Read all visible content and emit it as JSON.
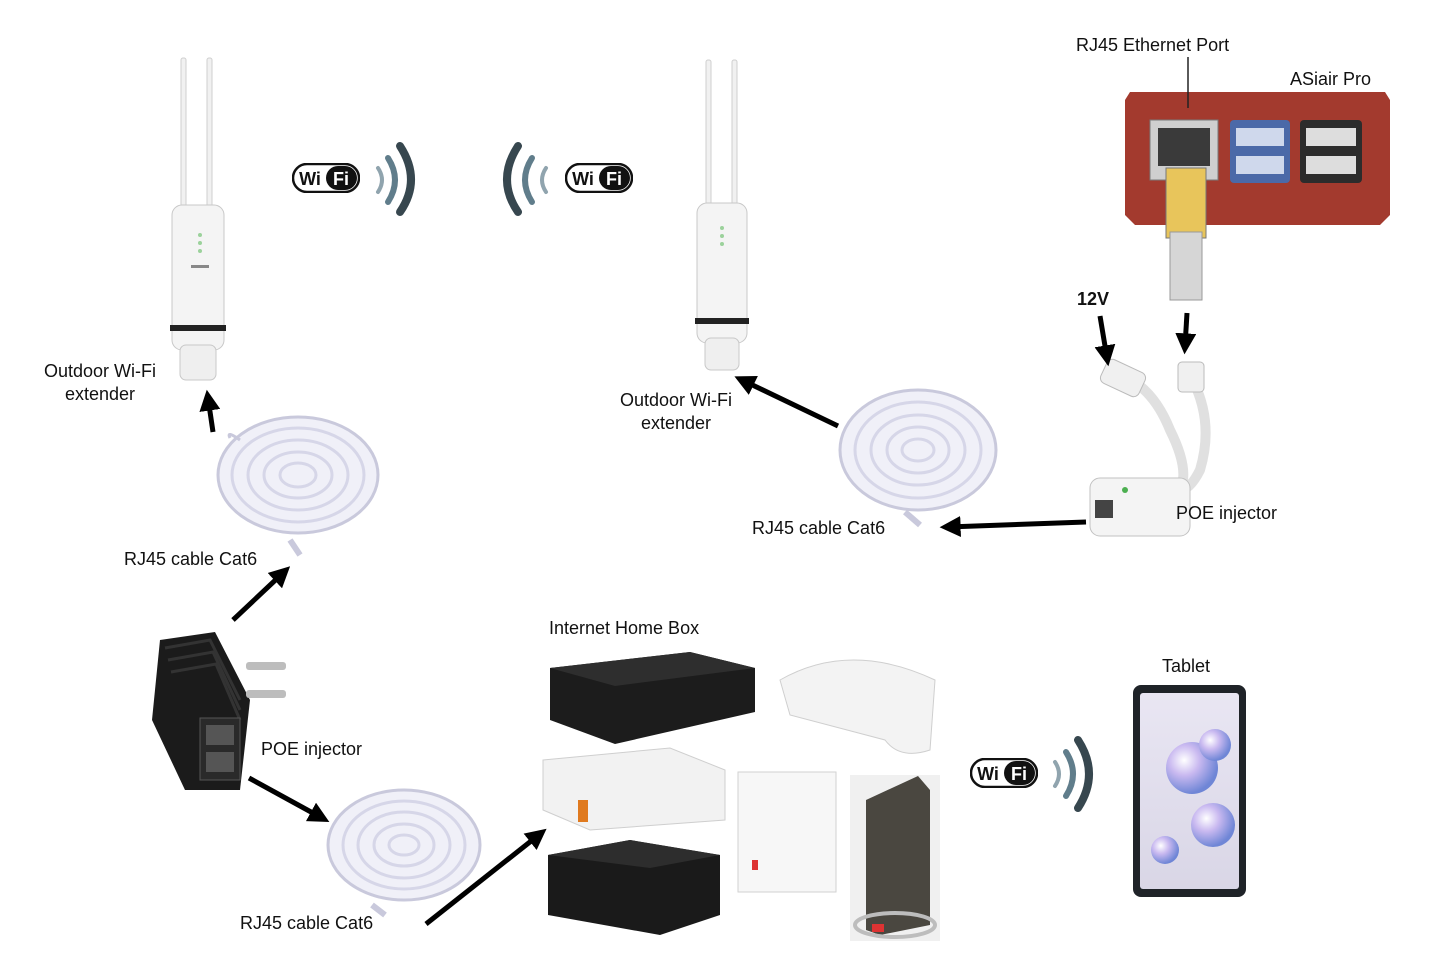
{
  "labels": {
    "extender_left": "Outdoor Wi-Fi\nextender",
    "extender_right": "Outdoor Wi-Fi\nextender",
    "cable_left_top": "RJ45 cable Cat6",
    "cable_right": "RJ45 cable Cat6",
    "cable_bottom": "RJ45 cable Cat6",
    "poe_left": "POE injector",
    "poe_right": "POE injector",
    "internet_box": "Internet Home Box",
    "tablet": "Tablet",
    "rj45_port": "RJ45 Ethernet Port",
    "asiair": "ASiair Pro",
    "voltage": "12V"
  },
  "wifi_logo": {
    "text_wi": "Wi",
    "text_fi": "Fi"
  },
  "colors": {
    "asiair_case": "#a33a2e",
    "wifi_wave": "#37474f",
    "arrow": "#000000",
    "tablet_frame": "#1f2328",
    "poe_body": "#1b1b1b"
  }
}
